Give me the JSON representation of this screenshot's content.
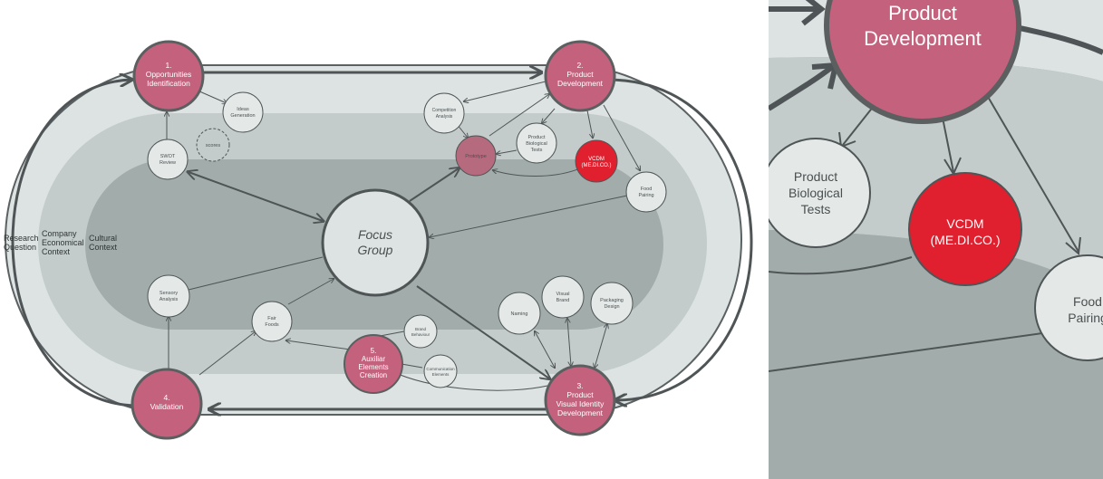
{
  "diagram": {
    "stages": {
      "s1": [
        "1.",
        "Opportunities",
        "Identification"
      ],
      "s2": [
        "2.",
        "Product",
        "Development"
      ],
      "s3": [
        "3.",
        "Product",
        "Visual Identity",
        "Development"
      ],
      "s4": [
        "4.",
        "Validation"
      ],
      "s5": [
        "5.",
        "Auxiliar",
        "Elements",
        "Creation"
      ]
    },
    "center": [
      "Focus",
      "Group"
    ],
    "nodes": {
      "ideas": [
        "Ideas",
        "Generation"
      ],
      "swot": [
        "SWOT",
        "Review"
      ],
      "scores": [
        "scores"
      ],
      "competition": [
        "Competition",
        "Analysis"
      ],
      "prototype": [
        "Prototype"
      ],
      "biological": [
        "Product",
        "Biological",
        "Tests"
      ],
      "vcdm": [
        "VCDM",
        "(ME.DI.CO.)"
      ],
      "foodpairing": [
        "Food",
        "Pairing"
      ],
      "sensory": [
        "Sensory",
        "Analysis"
      ],
      "fairfoods": [
        "Fair",
        "Foods"
      ],
      "brand": [
        "Brand",
        "Behaviour"
      ],
      "communication": [
        "Communication",
        "Elements"
      ],
      "naming": [
        "Naming"
      ],
      "visualbrand": [
        "Visual",
        "Brand"
      ],
      "packaging": [
        "Packaging",
        "Design"
      ]
    },
    "context": {
      "research": [
        "Research",
        "Question"
      ],
      "company": [
        "Company",
        "Economical",
        "Context"
      ],
      "cultural": [
        "Cultural",
        "Context"
      ]
    }
  },
  "zoom": {
    "stage": [
      "Product",
      "Development"
    ],
    "biological": [
      "Product",
      "Biological",
      "Tests"
    ],
    "vcdm": [
      "VCDM",
      "(ME.DI.CO.)"
    ],
    "foodpairing": [
      "Food",
      "Pairing"
    ]
  },
  "colors": {
    "stage": "#c4627e",
    "stage_stroke": "#5b5f60",
    "vcdm": "#e0202e",
    "node_fill": "#e4e9e8",
    "ring_outer": "#dce3e2",
    "ring_middle": "#c3ccca",
    "ring_inner": "#a2adab",
    "line": "#4f5556"
  }
}
